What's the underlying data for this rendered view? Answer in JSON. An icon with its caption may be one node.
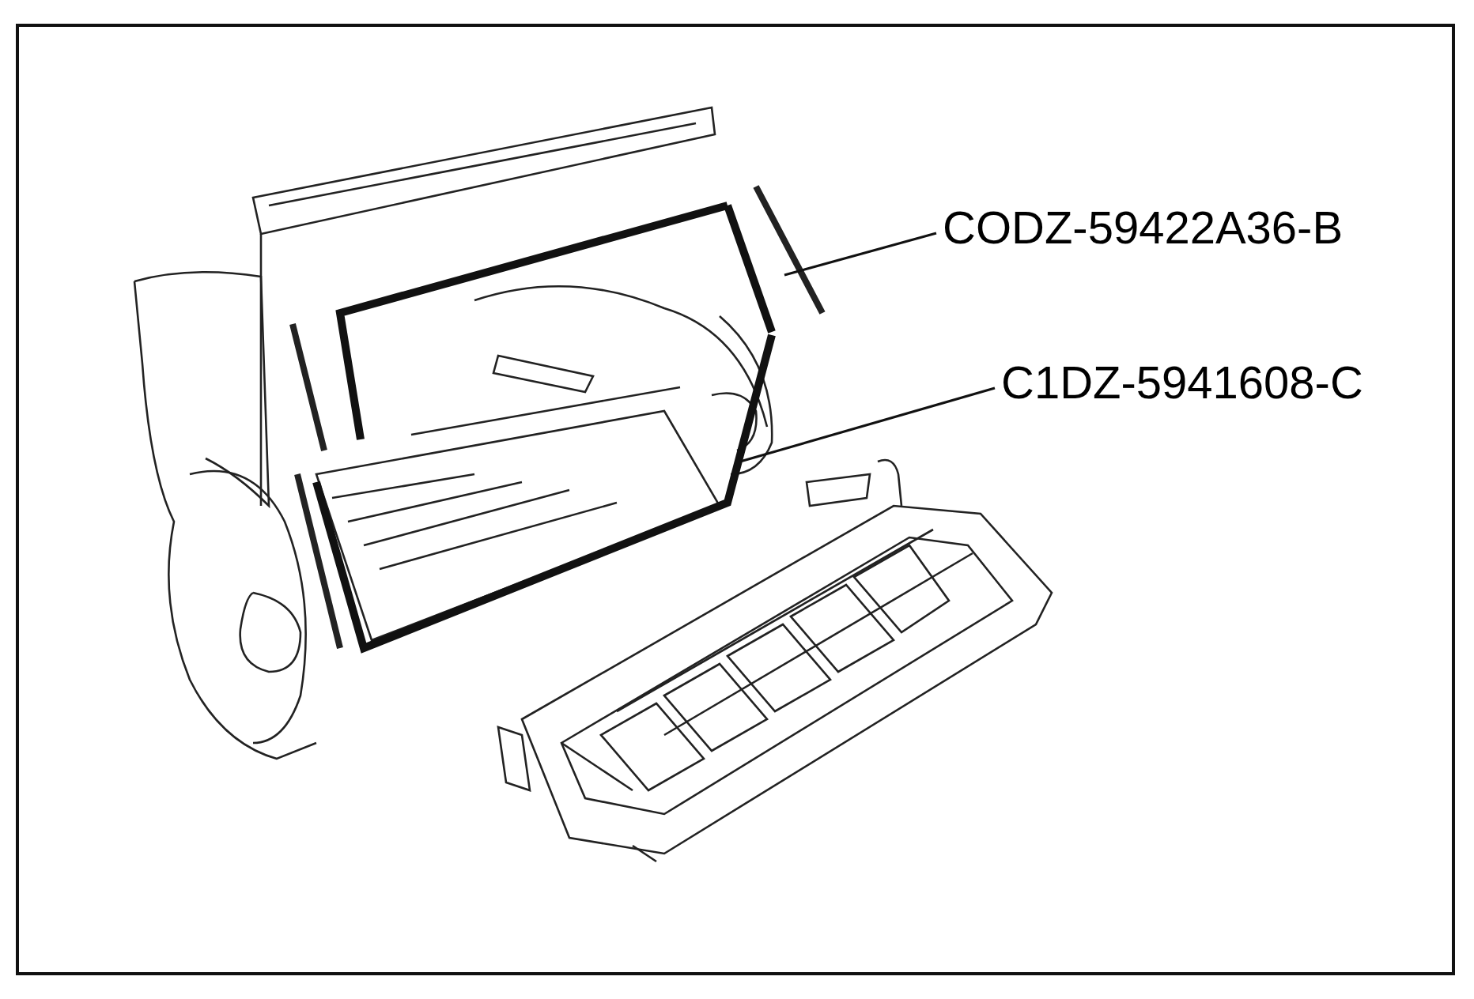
{
  "diagram": {
    "nodes": [
      {
        "text": [
          "CODZ-59422A36-B"
        ]
      },
      {
        "text": [
          "C1DZ-5941608-C"
        ]
      },
      {
        "text": [],
        "shape": "picture"
      }
    ],
    "edges": [
      {
        "from": 0,
        "to": 2,
        "arrow": "none"
      },
      {
        "from": 1,
        "to": null,
        "arrow": "none"
      }
    ]
  }
}
